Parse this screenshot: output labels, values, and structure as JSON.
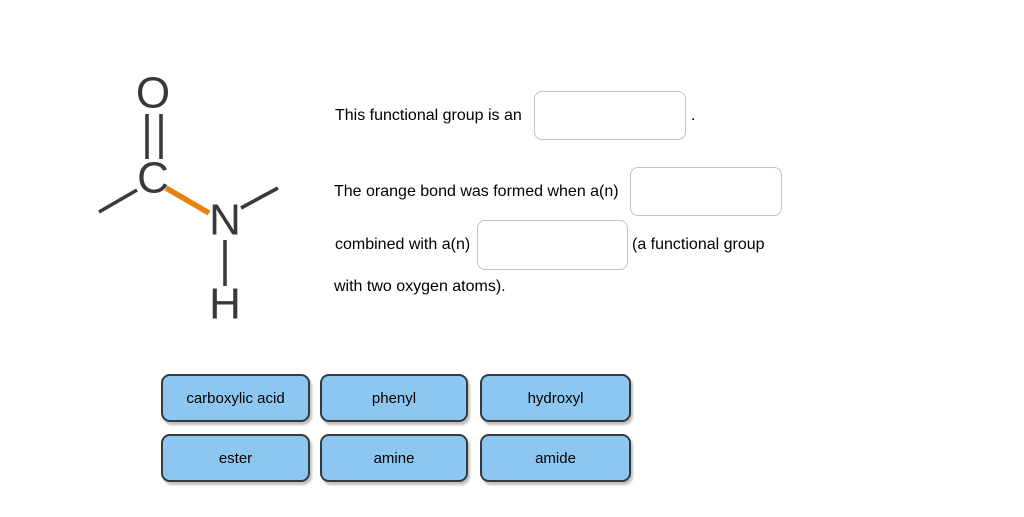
{
  "molecule": {
    "atoms": {
      "oxygen": "O",
      "carbon": "C",
      "nitrogen": "N",
      "hydrogen": "H"
    },
    "bond_color": "#3a3a3a",
    "highlighted_bond_color": "#e8820e",
    "highlighted_bond": "C-N amide bond"
  },
  "question": {
    "line1_prefix": "This functional group is an",
    "line1_suffix": ".",
    "line2_text": "The orange bond was formed when a(n)",
    "line3_prefix": "combined with a(n)",
    "line3_suffix": "(a functional group",
    "line4_text": "with two oxygen atoms)."
  },
  "blanks": {
    "blank1_value": "",
    "blank2_value": "",
    "blank3_value": ""
  },
  "answer_bank": {
    "chips": [
      "carboxylic acid",
      "phenyl",
      "hydroxyl",
      "ester",
      "amine",
      "amide"
    ]
  },
  "colors": {
    "chip_background": "#8dc7f1",
    "chip_border": "#333a40",
    "blank_border": "#c2c2c2",
    "page_background": "#ffffff",
    "text": "#000000"
  }
}
